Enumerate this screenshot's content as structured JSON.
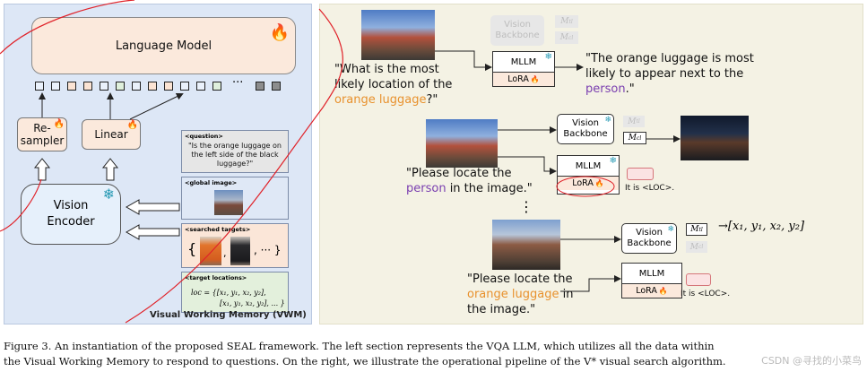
{
  "left_panel": {
    "language_model_label": "Language Model",
    "resampler_label_1": "Re-",
    "resampler_label_2": "sampler",
    "linear_label": "Linear",
    "vision_encoder_label_1": "Vision",
    "vision_encoder_label_2": "Encoder",
    "token_ellipsis": "···",
    "vwm_title": "Visual Working Memory (VWM)",
    "vwm": {
      "question_header": "<question>",
      "question_text": "\"Is the orange luggage on the left side of the black luggage?\"",
      "global_image_header": "<global image>",
      "searched_targets_header": "<searched targets>",
      "searched_targets_brace_open": "{",
      "searched_targets_sep": ",",
      "searched_targets_more": ", ··· }",
      "target_locations_header": "<target locations>",
      "target_locations_line1": "loc = {[x₁, y₁, x₂, y₂],",
      "target_locations_line2": "[x₁, y₁, x₂, y₂], ... }"
    }
  },
  "right_panel": {
    "query1": {
      "line1": "\"What is the most",
      "line2": "likely location of the",
      "highlight": "orange luggage",
      "tail": "?\""
    },
    "answer1": {
      "line1": "\"The orange luggage is most",
      "line2": "likely to appear next to the",
      "highlight": "person",
      "tail": ".\""
    },
    "query2": {
      "line1": "\"Please locate the",
      "highlight": "person",
      "tail": " in the image.\""
    },
    "query3": {
      "line1": "\"Please locate the",
      "highlight": "orange luggage",
      "tail": " in",
      "line3": "the image.\""
    },
    "mllm_label": "MLLM",
    "lora_label": "LoRA",
    "vision_backbone_line1": "Vision",
    "vision_backbone_line2": "Backbone",
    "m_tl": "M",
    "m_tl_sub": "tl",
    "m_cl": "M",
    "m_cl_sub": "cl",
    "it_is_loc": "It is <LOC>.",
    "it_is_loc_period": "It is <LOC>.",
    "vertical_dots": "⋮",
    "output_coords": "→[x₁, y₁, x₂, y₂]"
  },
  "caption": {
    "line1": "Figure 3. An instantiation of the proposed SEAL framework. The left section represents the VQA LLM, which utilizes all the data within",
    "line2": "the Visual Working Memory to respond to questions. On the right, we illustrate the operational pipeline of the V* visual search algorithm."
  },
  "watermark": "CSDN @寻找的小菜鸟",
  "colors": {
    "left_bg": "#dde7f6",
    "right_bg": "#f4f2e4",
    "highlight_orange": "#e8912d",
    "highlight_purple": "#7a3fb0",
    "annotation_red": "#e0232a"
  }
}
